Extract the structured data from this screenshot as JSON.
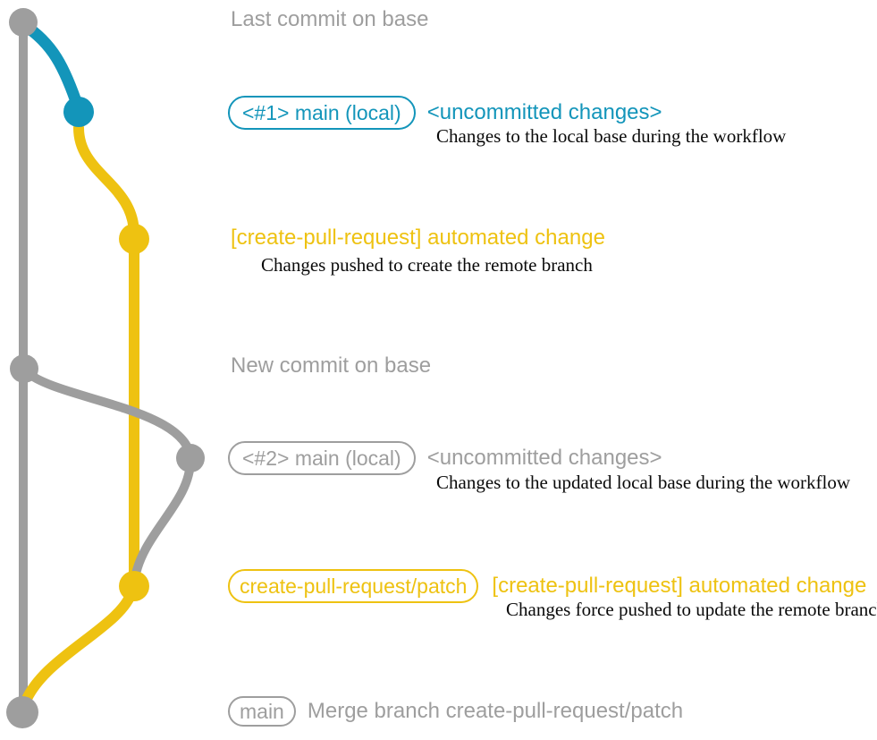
{
  "colors": {
    "gray": "#9e9e9e",
    "teal": "#1395ba",
    "yellow": "#eec211",
    "black": "#0a0a0a",
    "bg": "#ffffff"
  },
  "annotations": {
    "last_commit": "Last commit on base",
    "new_commit": "New commit on base"
  },
  "rows": {
    "r1": {
      "badge": "<#1> main (local)",
      "title": "<uncommitted changes>",
      "desc": "Changes to the local base during the workflow"
    },
    "r2": {
      "title": "[create-pull-request] automated change",
      "desc": "Changes pushed to create the remote branch"
    },
    "r3": {
      "badge": "<#2> main (local)",
      "title": "<uncommitted changes>",
      "desc": "Changes to the updated local base during the workflow"
    },
    "r4": {
      "badge": "create-pull-request/patch",
      "title": "[create-pull-request] automated change",
      "desc": "Changes force pushed to update the remote branch"
    },
    "r5": {
      "badge": "main",
      "title": "Merge branch create-pull-request/patch"
    }
  },
  "graph": {
    "branches": [
      {
        "name": "base (main)",
        "color": "gray"
      },
      {
        "name": "local uncommitted changes",
        "color": "teal"
      },
      {
        "name": "create-pull-request/patch",
        "color": "yellow"
      }
    ],
    "commit_count": 7
  }
}
